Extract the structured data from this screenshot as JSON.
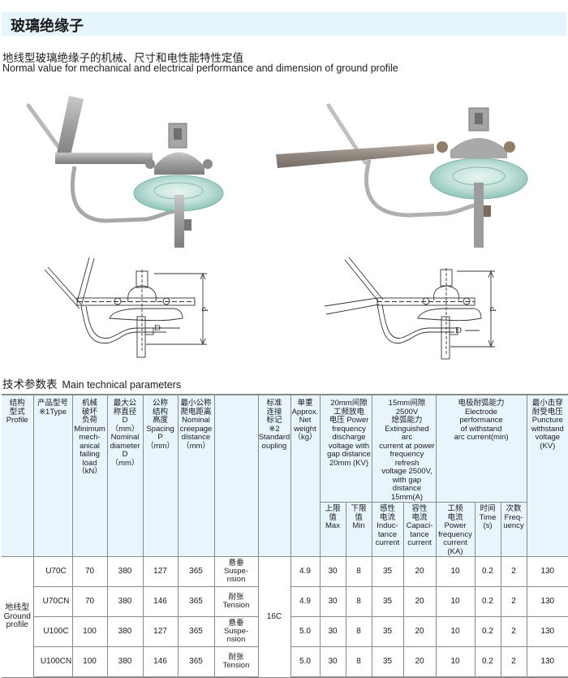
{
  "header": {
    "title": "玻璃绝缘子",
    "subtitle_cn": "地线型玻璃绝缘子的机械、尺寸和电性能特性定值",
    "subtitle_en": "Normal value for mechanical and electrical performance and dimension of ground profile"
  },
  "figures": {
    "photo_1": "suspension-ground-insulator-photo",
    "photo_2": "tension-ground-insulator-photo",
    "drawing_1": {
      "label_p": "P",
      "label_d": "D"
    },
    "drawing_2": {
      "label_p": "P",
      "label_d": "D"
    }
  },
  "table": {
    "title_cn": "技术参数表",
    "title_en": "Main technical parameters",
    "headers": {
      "profile": [
        "结构",
        "型式",
        "Profile"
      ],
      "type": [
        "产品型号",
        "※1Type"
      ],
      "load": [
        "机械",
        "破坏",
        "负荷",
        "Minimum",
        "mech-",
        "anical",
        "failing",
        "load",
        "（kN）"
      ],
      "diameter": [
        "最大公",
        "称直径",
        "D",
        "（mm）",
        "Nominal",
        "diameter",
        "D",
        "（mm）"
      ],
      "spacing": [
        "公称",
        "结构",
        "高度",
        "Spacing",
        "P",
        "（mm）"
      ],
      "creepage": [
        "最小公称",
        "爬电距离",
        "Nominal",
        "creepage",
        "distance",
        "（mm）"
      ],
      "connection": [],
      "standard": [
        "标准",
        "连接",
        "标记",
        "※2",
        "Standard",
        "oupling"
      ],
      "weight": [
        "单重",
        "Approx.",
        "Net",
        "weight",
        "（kg）"
      ],
      "discharge": [
        "20mm间隙",
        "工频放电",
        "电压 Power",
        "frequency",
        "discharge",
        "voltage with",
        "gap distance",
        "20mm (KV)"
      ],
      "extinguish": [
        "15mm间隙2500V",
        "熄弧能力",
        "Extinguished arc",
        "current at power",
        "frequency refresh",
        "voltage 2500V,",
        "with gap distance",
        "15mm(A)"
      ],
      "electrode": [
        "电极耐弧能力",
        "Electrode",
        "performance",
        "of withstand",
        "arc current(min)"
      ],
      "puncture": [
        "最小击穿",
        "耐受电压",
        "Puncture",
        "withstand",
        "voltage",
        "(KV)"
      ],
      "max": [
        "上限",
        "值",
        "Max"
      ],
      "min": [
        "下限",
        "值",
        "Min"
      ],
      "inductance": [
        "感性",
        "电流",
        "Induc-",
        "tance",
        "current"
      ],
      "capacitance": [
        "容性",
        "电流",
        "Capaci-",
        "tance",
        "current"
      ],
      "power_freq": [
        "工频",
        "电流",
        "Power",
        "frequency",
        "current",
        "(KA)"
      ],
      "time": [
        "时间",
        "Time",
        "(s)"
      ],
      "frequency": [
        "次数",
        "Freq-",
        "uency"
      ]
    },
    "profile_label": [
      "地线型",
      "Ground",
      "profile"
    ],
    "standard_value": "16C",
    "rows": [
      {
        "type": "U70C",
        "load": "70",
        "diameter": "380",
        "spacing": "127",
        "creepage": "365",
        "connection": [
          "悬垂",
          "Suspe-",
          "nsion"
        ],
        "weight": "4.9",
        "max": "30",
        "min": "8",
        "inductance": "35",
        "capacitance": "20",
        "power_freq": "10",
        "time": "0.2",
        "frequency": "2",
        "puncture": "130"
      },
      {
        "type": "U70CN",
        "load": "70",
        "diameter": "380",
        "spacing": "146",
        "creepage": "365",
        "connection": [
          "耐张",
          "Tension"
        ],
        "weight": "4.9",
        "max": "30",
        "min": "8",
        "inductance": "35",
        "capacitance": "20",
        "power_freq": "10",
        "time": "0.2",
        "frequency": "2",
        "puncture": "130"
      },
      {
        "type": "U100C",
        "load": "100",
        "diameter": "380",
        "spacing": "127",
        "creepage": "365",
        "connection": [
          "悬垂",
          "Suspe-",
          "nsion"
        ],
        "weight": "5.0",
        "max": "30",
        "min": "8",
        "inductance": "35",
        "capacitance": "20",
        "power_freq": "10",
        "time": "0.2",
        "frequency": "2",
        "puncture": "130"
      },
      {
        "type": "U100CN",
        "load": "100",
        "diameter": "380",
        "spacing": "146",
        "creepage": "365",
        "connection": [
          "耐张",
          "Tension"
        ],
        "weight": "5.0",
        "max": "30",
        "min": "8",
        "inductance": "35",
        "capacitance": "20",
        "power_freq": "10",
        "time": "0.2",
        "frequency": "2",
        "puncture": "130"
      }
    ]
  }
}
